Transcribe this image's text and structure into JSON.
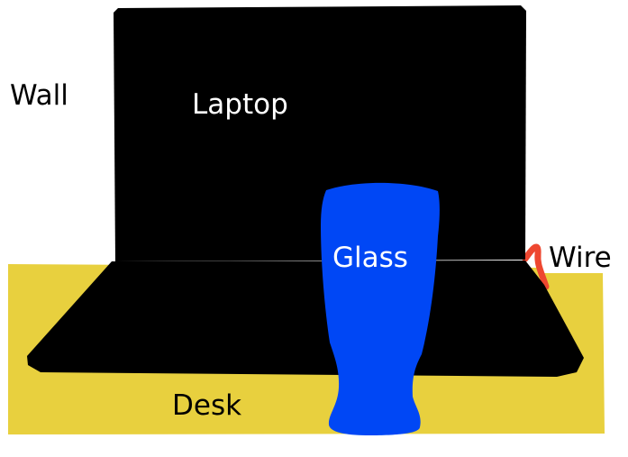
{
  "labels": {
    "wall": "Wall",
    "laptop": "Laptop",
    "glass": "Glass",
    "wire": "Wire",
    "desk": "Desk"
  },
  "colors": {
    "background": "#ffffff",
    "desk": "#e8d03e",
    "laptop": "#000000",
    "glass": "#0047f5",
    "wire": "#ee4730",
    "text_dark": "#000000",
    "text_light": "#ffffff"
  }
}
